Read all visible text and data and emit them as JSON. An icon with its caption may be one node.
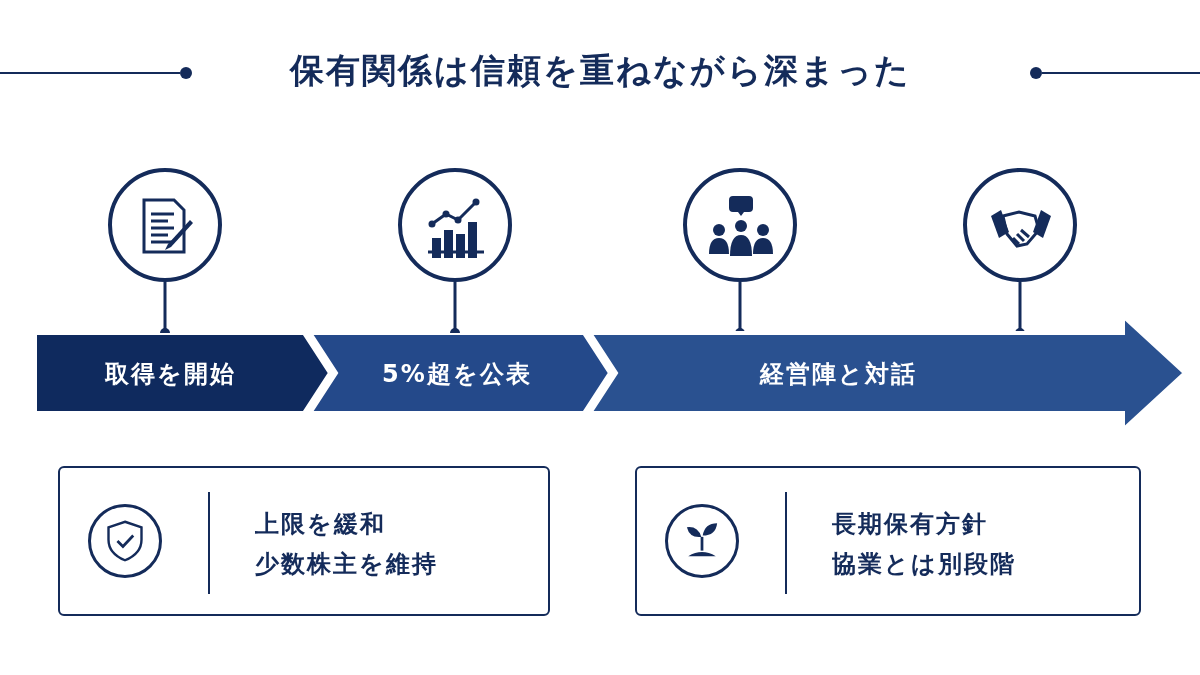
{
  "diagram": {
    "title": "保有関係は信頼を重ねながら深まった",
    "nodes": [
      {
        "text": [],
        "shape": "circle"
      },
      {
        "text": [],
        "shape": "circle"
      },
      {
        "text": [],
        "shape": "circle"
      },
      {
        "text": [],
        "shape": "circle"
      },
      {
        "text": [
          "取得を開始"
        ]
      },
      {
        "text": [
          "5%超を公表"
        ]
      },
      {
        "text": [
          "経営陣と対話"
        ]
      },
      {
        "text": [
          "上限を緩和",
          "少数株主を維持"
        ]
      },
      {
        "text": [
          "長期保有方針",
          "協業とは別段階"
        ]
      }
    ],
    "edges": [
      {
        "from": 0,
        "to": 4,
        "arrow": "other"
      },
      {
        "from": 1,
        "to": 5,
        "arrow": "other"
      },
      {
        "from": 2,
        "to": 6,
        "arrow": "other"
      },
      {
        "from": 3,
        "to": 6,
        "arrow": "other"
      }
    ]
  }
}
